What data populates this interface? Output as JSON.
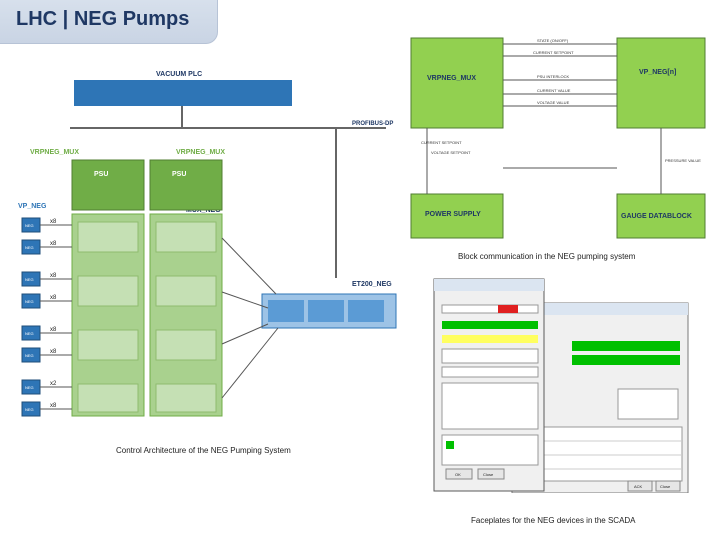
{
  "header": {
    "title": "LHC | NEG Pumps"
  },
  "architecture": {
    "caption": "Control Architecture of the NEG Pumping System",
    "vacuum_plc": "VACUUM PLC",
    "profibus": "PROFIBUS-DP",
    "mux_left": "VRPNEG_MUX",
    "mux_right": "VRPNEG_MUX",
    "vp_neg": "VP_NEG",
    "psu": "PSU",
    "mux_neg": "MUX_NEG",
    "et200": "ET200_NEG",
    "multiplier_8": "x8",
    "multiplier_2": "x2",
    "neg_box": "NEG"
  },
  "block_diagram": {
    "caption": "Block communication in the NEG pumping system",
    "vrpneg_mux": "VRPNEG_MUX",
    "vp_neg": "VP_NEG[n]",
    "power_supply": "POWER SUPPLY",
    "gauge": "GAUGE DATABLOCK",
    "signals": [
      "STATE (ON/OFF)",
      "CURRENT SETPOINT",
      "PSU INTERLOCK",
      "CURRENT VALUE",
      "VOLTAGE VALUE"
    ],
    "left_signals": [
      "CURRENT SETPOINT",
      "VOLTAGE SETPOINT"
    ],
    "right_signal": "PRESSURE VALUE"
  },
  "faceplates": {
    "caption": "Faceplates for the NEG devices in the SCADA",
    "buttons": [
      "OK",
      "Close",
      "ACK",
      "Close"
    ]
  }
}
